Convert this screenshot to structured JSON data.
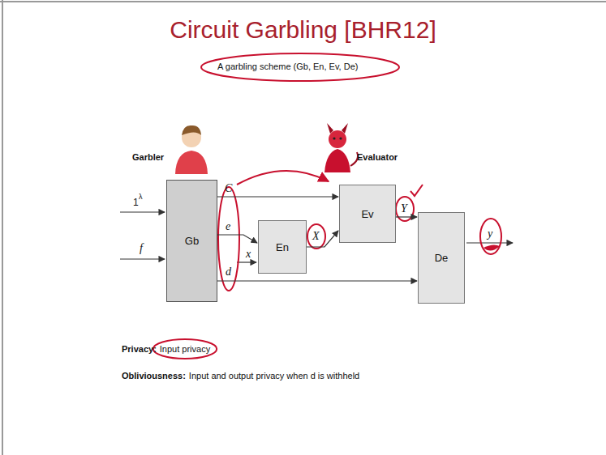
{
  "diagram": {
    "title": "Circuit Garbling [BHR12]",
    "nodes": [
      {
        "text": [
          "Gb"
        ]
      },
      {
        "text": [
          "En"
        ]
      },
      {
        "text": [
          "Ev"
        ]
      },
      {
        "text": [
          "De"
        ]
      }
    ],
    "edges": [
      {
        "from": 0,
        "to": 2,
        "arrow": "to"
      },
      {
        "from": 0,
        "to": 1,
        "arrow": "to"
      },
      {
        "from": 0,
        "to": 3,
        "arrow": "to"
      },
      {
        "from": 1,
        "to": 2,
        "arrow": "to"
      },
      {
        "from": 2,
        "to": 3,
        "arrow": "to"
      }
    ],
    "labels": [
      "A garbling scheme (Gb, En, Ev, De)",
      "Garbler",
      "Evaluator",
      "1",
      "λ",
      "f",
      "C",
      "e",
      "d",
      "x",
      "X",
      "Y",
      "y",
      "Privacy:",
      "Input privacy",
      "Obliviousness:",
      "Input and output privacy when d is withheld"
    ]
  }
}
